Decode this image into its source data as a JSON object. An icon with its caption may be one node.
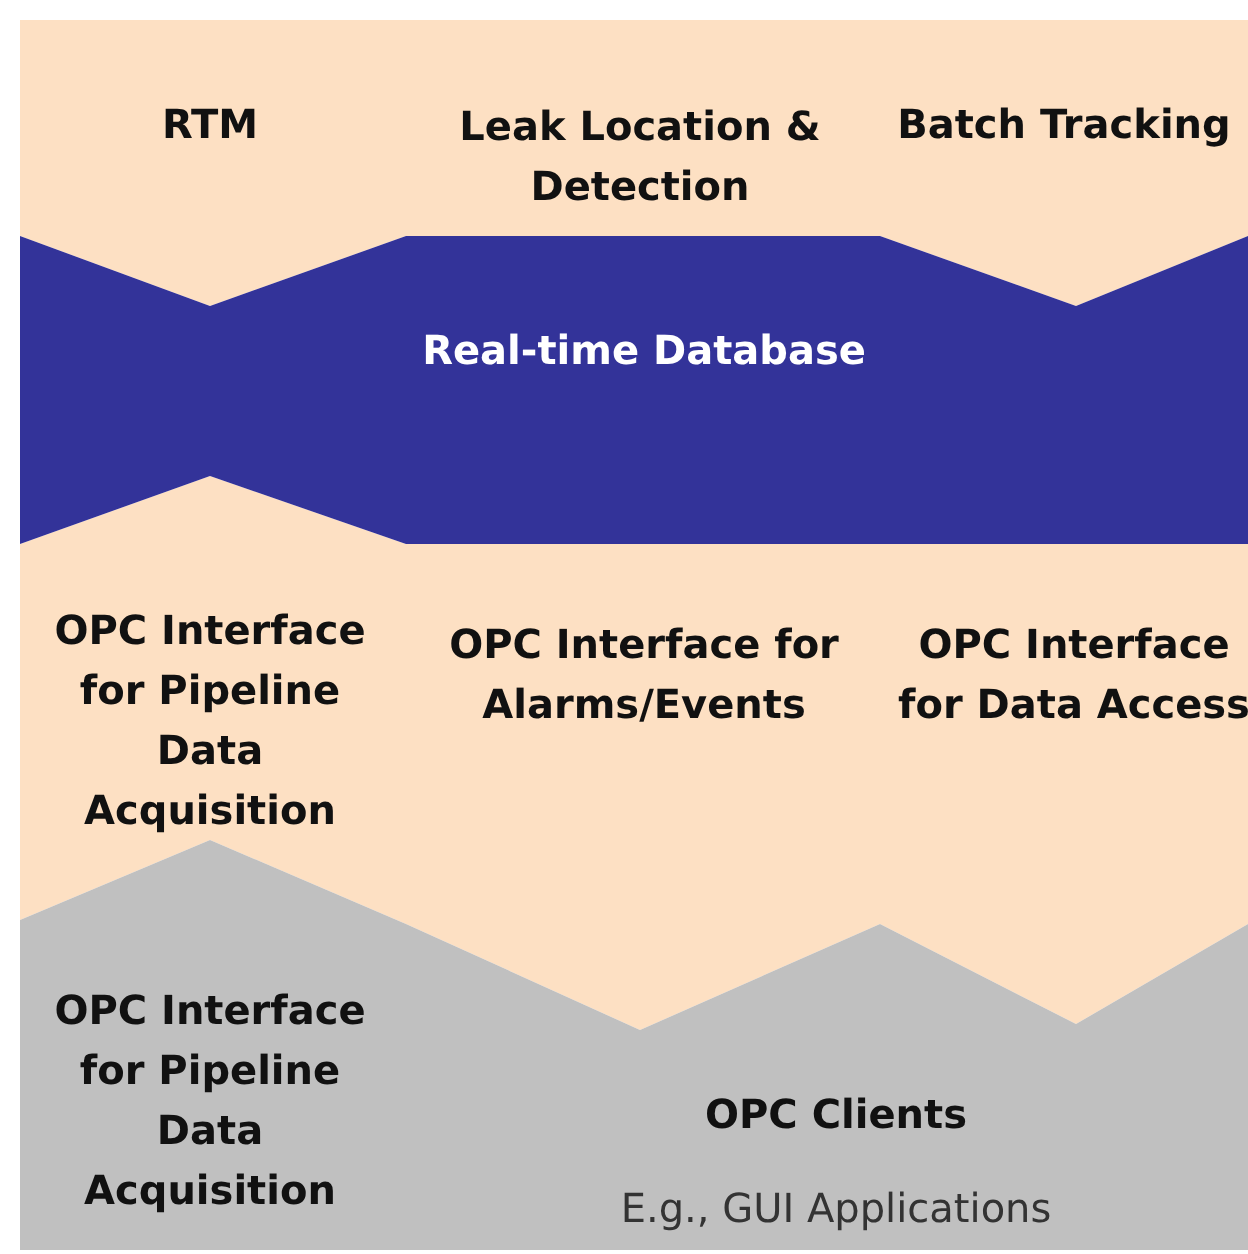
{
  "diagram": {
    "nodes": [
      {
        "text": [
          "RTM"
        ]
      },
      {
        "text": [
          "Leak Location & Detection"
        ]
      },
      {
        "text": [
          "Batch Tracking"
        ]
      },
      {
        "text": [
          "Real-time Database"
        ]
      },
      {
        "text": [
          "OPC Interface for Pipeline Data Acquisition"
        ]
      },
      {
        "text": [
          "OPC Interface for Alarms/Events"
        ]
      },
      {
        "text": [
          "OPC Interface for Data Access"
        ]
      },
      {
        "text": [
          "OPC Interface for Pipeline Data Acquisition"
        ]
      },
      {
        "text": [
          "OPC Clients",
          "E.g., GUI Applications"
        ]
      }
    ],
    "edges": []
  }
}
